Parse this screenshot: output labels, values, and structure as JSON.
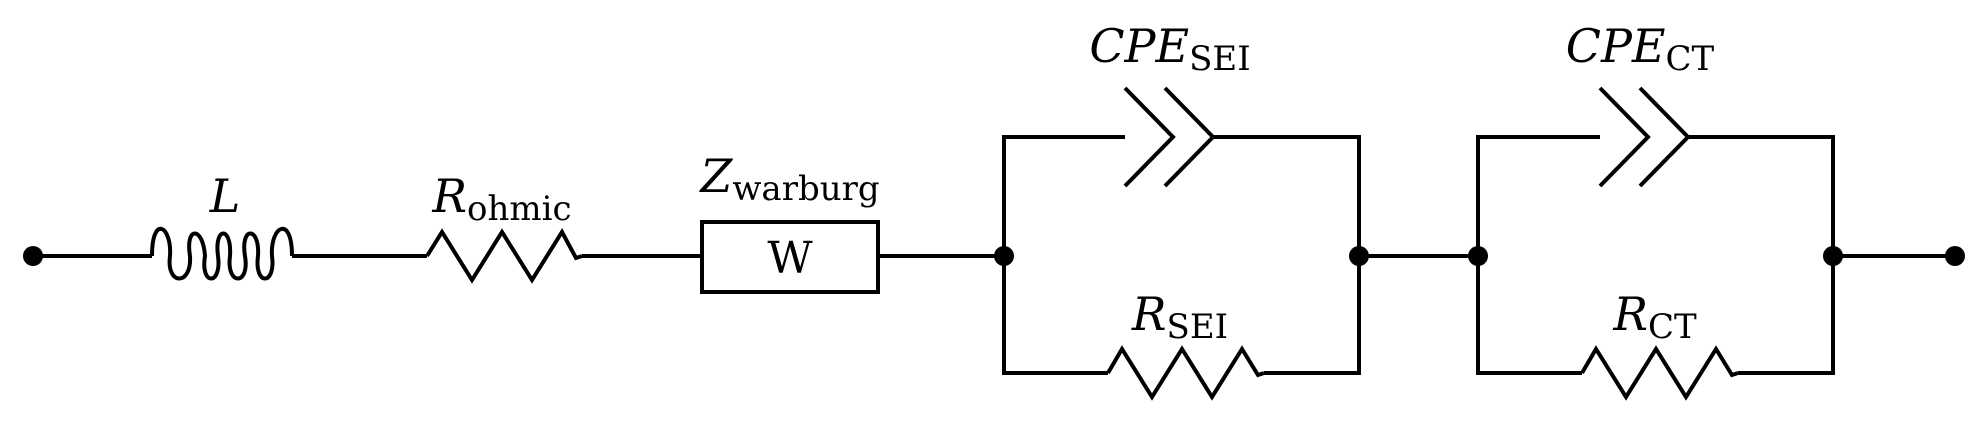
{
  "circuit": {
    "components": [
      {
        "id": "inductor",
        "type": "inductor",
        "symbol": "L",
        "subscript": ""
      },
      {
        "id": "r-ohmic",
        "type": "resistor",
        "symbol": "R",
        "subscript": "ohmic"
      },
      {
        "id": "z-warburg",
        "type": "warburg",
        "symbol": "Z",
        "subscript": "warburg",
        "box_text": "W"
      },
      {
        "id": "cpe-sei",
        "type": "constant-phase-element",
        "symbol": "CPE",
        "subscript": "SEI"
      },
      {
        "id": "r-sei",
        "type": "resistor",
        "symbol": "R",
        "subscript": "SEI"
      },
      {
        "id": "cpe-ct",
        "type": "constant-phase-element",
        "symbol": "CPE",
        "subscript": "CT"
      },
      {
        "id": "r-ct",
        "type": "resistor",
        "symbol": "R",
        "subscript": "CT"
      }
    ],
    "topology": "L - R_ohmic - Z_warburg - (CPE_SEI || R_SEI) - (CPE_CT || R_CT)"
  }
}
